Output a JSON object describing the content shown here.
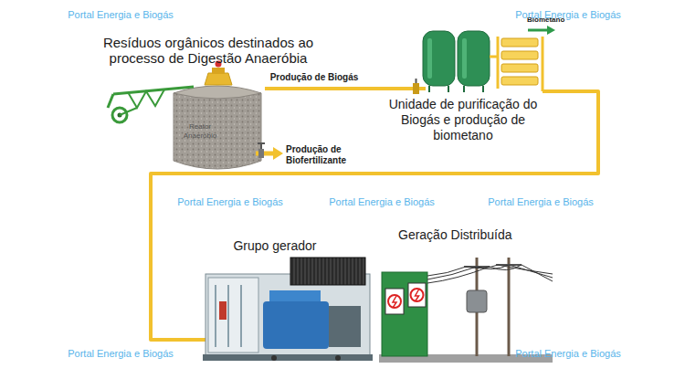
{
  "diagram": {
    "nodes": [
      {
        "text": [
          "Reator Anaeróbio"
        ]
      },
      {
        "text": [
          "Unidade de purificação do Biogás e produção de biometano"
        ]
      },
      {
        "text": [
          "Grupo gerador"
        ]
      },
      {
        "text": [
          "Geração Distribuída"
        ]
      }
    ],
    "edges": [
      {
        "from": 0,
        "to": 1,
        "arrow": "none",
        "label": "Produção de Biogás"
      },
      {
        "from": 1,
        "to": 2,
        "arrow": "none"
      }
    ],
    "labels": [
      "Resíduos orgânicos destinados ao processo de Digestão Anaeróbia",
      "Produção de Biofertilizante",
      "Biometano",
      "Portal Energia e Biogás",
      "Portal Energia e Biogás",
      "Portal Energia e Biogás",
      "Portal Energia e Biogás",
      "Portal Energia e Biogás",
      "Portal Energia e Biogás",
      "Portal Energia e Biogás"
    ]
  }
}
